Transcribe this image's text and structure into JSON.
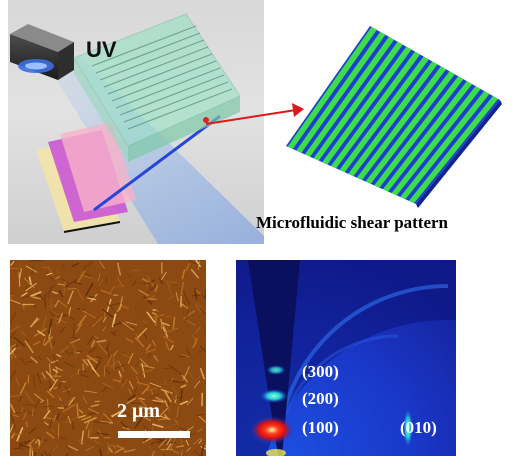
{
  "setup": {
    "uv_label": "UV"
  },
  "pattern": {
    "caption": "Microfluidic shear pattern",
    "stripe_color": "#3ddc4a",
    "base_color": "#1f3fd0"
  },
  "afm": {
    "scale_bar_label": "2 μm",
    "texture_color": "#8c4a12"
  },
  "giwaxs": {
    "peaks": {
      "p300": "(300)",
      "p200": "(200)",
      "p100": "(100)",
      "p010": "(010)"
    },
    "background_color": "#1d2b9c"
  }
}
